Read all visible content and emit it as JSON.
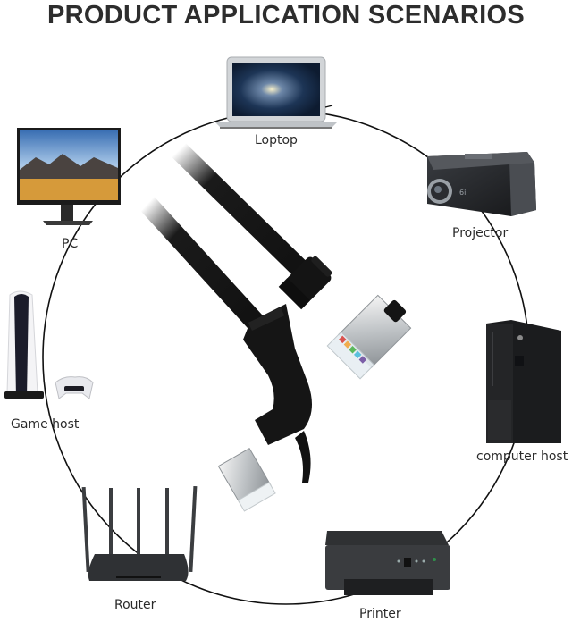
{
  "header": {
    "title": "PRODUCT APPLICATION SCENARIOS"
  },
  "center_product": {
    "name": "ethernet-cable",
    "description": "RJ45 cable, one straight and one 90-degree angled connector"
  },
  "devices": [
    {
      "id": "laptop",
      "label": "Loptop",
      "icon": "laptop-icon"
    },
    {
      "id": "projector",
      "label": "Projector",
      "icon": "projector-icon"
    },
    {
      "id": "computer-host",
      "label": "computer host",
      "icon": "desktop-tower-icon"
    },
    {
      "id": "printer",
      "label": "Printer",
      "icon": "printer-icon"
    },
    {
      "id": "router",
      "label": "Router",
      "icon": "router-icon"
    },
    {
      "id": "game-host",
      "label": "Game host",
      "icon": "game-console-icon"
    },
    {
      "id": "pc",
      "label": "PC",
      "icon": "monitor-icon"
    }
  ],
  "colors": {
    "title": "#2d2d2d",
    "ring": "#111111",
    "cable": "#151515",
    "plug_metal": "#cfd2d4"
  }
}
